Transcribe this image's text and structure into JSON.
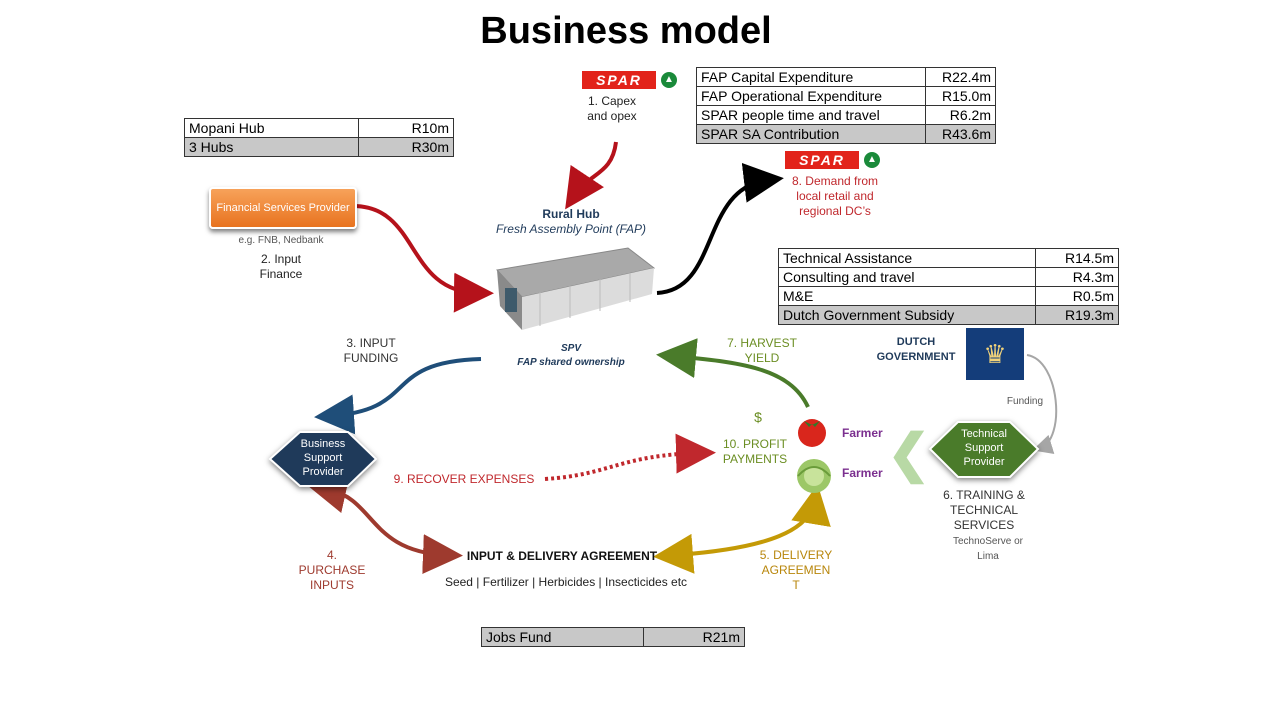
{
  "title": "Business model",
  "colors": {
    "spar_red": "#e2231a",
    "arrow_red": "#b5121b",
    "arrow_black": "#000000",
    "arrow_blue": "#1f4e79",
    "arrow_green": "#4a7b2a",
    "arrow_maroon": "#9e3a2e",
    "arrow_gold": "#c49a06",
    "arrow_grey": "#a6a6a6",
    "fsp_orange": "#e8731f",
    "bsp_navy": "#1f3a5a",
    "tsp_green": "#4a7b2a",
    "label_red": "#c0282d",
    "label_olive": "#6b8e23",
    "label_gold": "#b8860b"
  },
  "spar_logo_text": "SPAR",
  "tables": {
    "hubs": [
      {
        "label": "Mopani Hub",
        "value": "R10m"
      },
      {
        "label": "3 Hubs",
        "value": "R30m"
      }
    ],
    "fap": [
      {
        "label": "FAP Capital Expenditure",
        "value": "R22.4m"
      },
      {
        "label": "FAP Operational Expenditure",
        "value": "R15.0m"
      },
      {
        "label": "SPAR people time and travel",
        "value": "R6.2m"
      },
      {
        "label": "SPAR SA Contribution",
        "value": "R43.6m"
      }
    ],
    "dutch": [
      {
        "label": "Technical Assistance",
        "value": "R14.5m"
      },
      {
        "label": "Consulting and travel",
        "value": "R4.3m"
      },
      {
        "label": "M&E",
        "value": "R0.5m"
      },
      {
        "label": "Dutch Government Subsidy",
        "value": "R19.3m"
      }
    ],
    "jobs": [
      {
        "label": "Jobs Fund",
        "value": "R21m"
      }
    ]
  },
  "nodes": {
    "fsp": "Financial Services Provider",
    "fsp_example": "e.g. FNB, Nedbank",
    "hub_title": "Rural Hub",
    "hub_subtitle": "Fresh Assembly Point (FAP)",
    "spv_line1": "SPV",
    "spv_line2": "FAP shared ownership",
    "bsp": [
      "Business",
      "Support",
      "Provider"
    ],
    "tsp": [
      "Technical",
      "Support",
      "Provider"
    ],
    "dutch_gov": [
      "DUTCH",
      "GOVERNMENT"
    ],
    "funding": "Funding",
    "farmer_1": "Farmer",
    "farmer_2": "Farmer",
    "dollar": "$",
    "agreement_title": "INPUT  &  DELIVERY AGREEMENT",
    "agreement_items": "Seed  |  Fertilizer  |  Herbicides  |  Insecticides etc",
    "technoserve": [
      "TechnoServe or",
      "Lima"
    ]
  },
  "flows": {
    "f1": [
      "1. Capex",
      "and opex"
    ],
    "f2": [
      "2. Input",
      "Finance"
    ],
    "f3": [
      "3. INPUT",
      "FUNDING"
    ],
    "f4": [
      "4.",
      "PURCHASE",
      "INPUTS"
    ],
    "f5": [
      "5. DELIVERY",
      "AGREEMEN",
      "T"
    ],
    "f6": [
      "6. TRAINING  &",
      "TECHNICAL",
      "SERVICES"
    ],
    "f7": [
      "7. HARVEST",
      "YIELD"
    ],
    "f8": [
      "8. Demand from",
      "local retail and",
      "regional DC’s"
    ],
    "f9": "9. RECOVER EXPENSES",
    "f10": [
      "10. PROFIT",
      "PAYMENTS"
    ]
  }
}
